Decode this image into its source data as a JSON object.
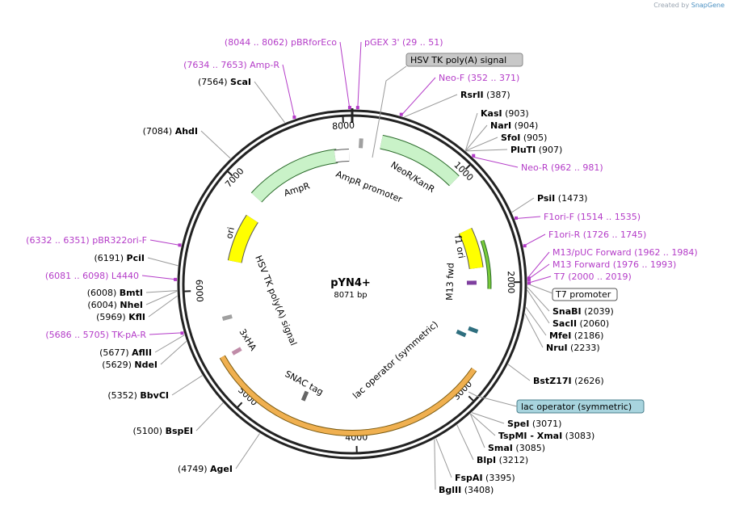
{
  "credit": {
    "prefix": "Created by",
    "brand": "SnapGene"
  },
  "plasmid": {
    "name": "pYN4+",
    "length_label": "8071 bp",
    "length": 8071
  },
  "ticks": [
    {
      "label": "1000",
      "pos": 1000
    },
    {
      "label": "2000",
      "pos": 2000
    },
    {
      "label": "3000",
      "pos": 3000
    },
    {
      "label": "4000",
      "pos": 4000
    },
    {
      "label": "5000",
      "pos": 5000
    },
    {
      "label": "6000",
      "pos": 6000
    },
    {
      "label": "7000",
      "pos": 7000
    },
    {
      "label": "8000",
      "pos": 8000
    }
  ],
  "enzymes": [
    {
      "name": "RsrII",
      "pos": "(387)",
      "loc": 387
    },
    {
      "name": "KasI",
      "pos": "(903)",
      "loc": 903
    },
    {
      "name": "NarI",
      "pos": "(904)",
      "loc": 904
    },
    {
      "name": "SfoI",
      "pos": "(905)",
      "loc": 905
    },
    {
      "name": "PluTI",
      "pos": "(907)",
      "loc": 907
    },
    {
      "name": "PsiI",
      "pos": "(1473)",
      "loc": 1473
    },
    {
      "name": "SnaBI",
      "pos": "(2039)",
      "loc": 2039
    },
    {
      "name": "SacII",
      "pos": "(2060)",
      "loc": 2060
    },
    {
      "name": "MfeI",
      "pos": "(2186)",
      "loc": 2186
    },
    {
      "name": "NruI",
      "pos": "(2233)",
      "loc": 2233
    },
    {
      "name": "BstZ17I",
      "pos": "(2626)",
      "loc": 2626
    },
    {
      "name": "SpeI",
      "pos": "(3071)",
      "loc": 3071
    },
    {
      "name": "TspMI - XmaI",
      "pos": "(3083)",
      "loc": 3083
    },
    {
      "name": "SmaI",
      "pos": "(3085)",
      "loc": 3085
    },
    {
      "name": "BlpI",
      "pos": "(3212)",
      "loc": 3212
    },
    {
      "name": "FspAI",
      "pos": "(3395)",
      "loc": 3395
    },
    {
      "name": "BglII",
      "pos": "(3408)",
      "loc": 3408
    },
    {
      "name": "AgeI",
      "pos": "(4749)",
      "loc": 4749
    },
    {
      "name": "BspEI",
      "pos": "(5100)",
      "loc": 5100
    },
    {
      "name": "BbvCI",
      "pos": "(5352)",
      "loc": 5352
    },
    {
      "name": "NdeI",
      "pos": "(5629)",
      "loc": 5629
    },
    {
      "name": "AflII",
      "pos": "(5677)",
      "loc": 5677
    },
    {
      "name": "KflI",
      "pos": "(5969)",
      "loc": 5969
    },
    {
      "name": "NheI",
      "pos": "(6004)",
      "loc": 6004
    },
    {
      "name": "BmtI",
      "pos": "(6008)",
      "loc": 6008
    },
    {
      "name": "PciI",
      "pos": "(6191)",
      "loc": 6191
    },
    {
      "name": "AhdI",
      "pos": "(7084)",
      "loc": 7084
    },
    {
      "name": "ScaI",
      "pos": "(7564)",
      "loc": 7564
    }
  ],
  "primers": [
    {
      "name": "pGEX 3'",
      "range": "(29 .. 51)",
      "loc": 40
    },
    {
      "name": "Neo-F",
      "range": "(352 .. 371)",
      "loc": 361
    },
    {
      "name": "Neo-R",
      "range": "(962 .. 981)",
      "loc": 971
    },
    {
      "name": "F1ori-F",
      "range": "(1514 .. 1535)",
      "loc": 1524
    },
    {
      "name": "F1ori-R",
      "range": "(1726 .. 1745)",
      "loc": 1735
    },
    {
      "name": "M13/pUC Forward",
      "range": "(1962 .. 1984)",
      "loc": 1973
    },
    {
      "name": "M13 Forward",
      "range": "(1976 .. 1993)",
      "loc": 1984
    },
    {
      "name": "T7",
      "range": "(2000 .. 2019)",
      "loc": 2009
    },
    {
      "name": "TK-pA-R",
      "range": "(5686 .. 5705)",
      "loc": 5695
    },
    {
      "name": "L4440",
      "range": "(6081 .. 6098)",
      "loc": 6089
    },
    {
      "name": "pBR322ori-F",
      "range": "(6332 .. 6351)",
      "loc": 6341
    },
    {
      "name": "Amp-R",
      "range": "(7634 .. 7653)",
      "loc": 7643
    },
    {
      "name": "pBRforEco",
      "range": "(8044 .. 8062)",
      "loc": 8053
    }
  ],
  "features": [
    {
      "name": "NeoR/KanR",
      "color": "#c9f2c8"
    },
    {
      "name": "AmpR",
      "color": "#c9f2c8"
    },
    {
      "name": "AmpR promoter",
      "color": "#ffffff"
    },
    {
      "name": "ori",
      "color": "#ffff00"
    },
    {
      "name": "f1 ori",
      "color": "#ffff00"
    },
    {
      "name": "M13 fwd",
      "color": "#7f3f9f"
    },
    {
      "name": "lac operator (symmetric)",
      "color": "#2f6f7f"
    },
    {
      "name": "SNAC tag",
      "color": "#ffffff"
    },
    {
      "name": "3xHA",
      "color": "#c08ca8"
    },
    {
      "name": "HSV TK poly(A) signal",
      "color": "#a0a0a0"
    }
  ],
  "boxed_labels": {
    "hsv_tk_polya": "HSV TK poly(A) signal",
    "t7_promoter": "T7 promoter",
    "lac_operator": "lac operator (symmetric)"
  },
  "colors": {
    "primer": "#b43cc8",
    "backbone": "#222222",
    "feature_green": "#c9f2c8",
    "yellow": "#ffff00",
    "orange": "#f0b050"
  }
}
